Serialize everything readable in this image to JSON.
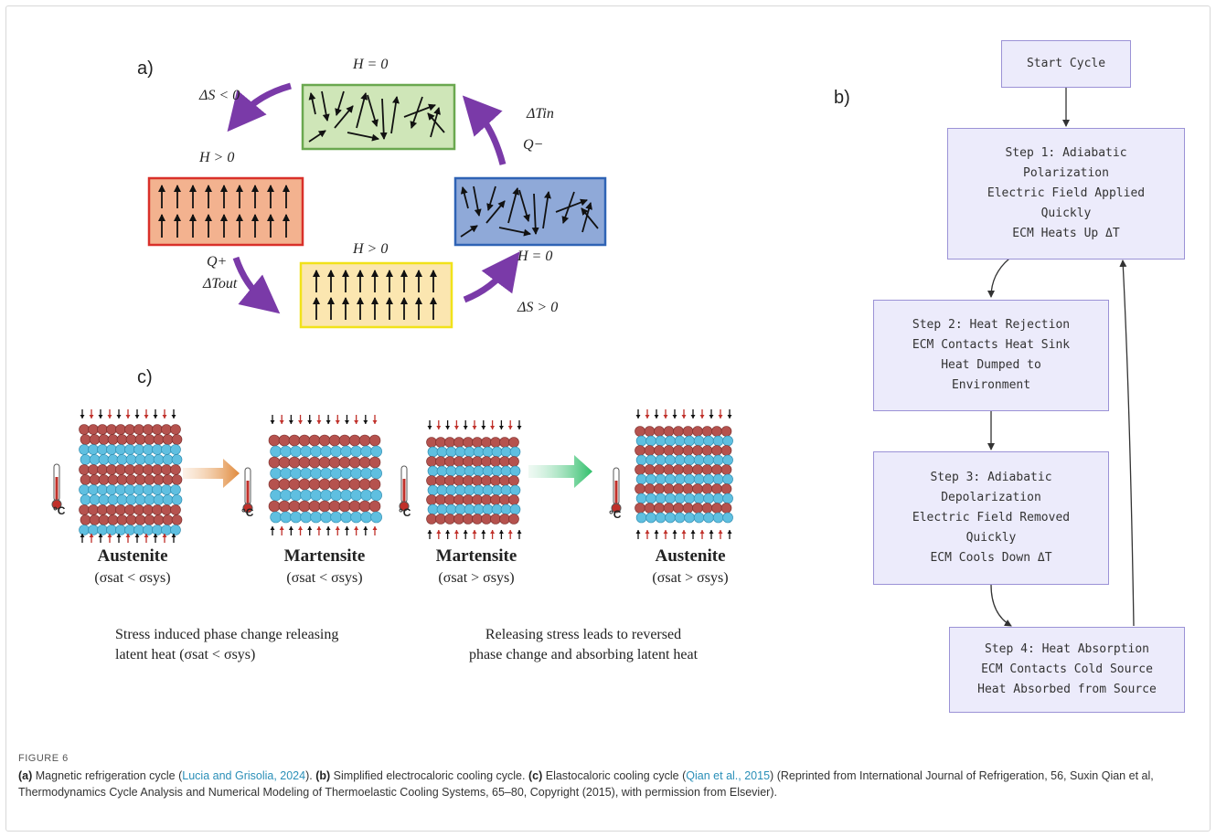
{
  "panels": {
    "a": {
      "letter": "a)",
      "labels": {
        "h_top": "H = 0",
        "ds_neg": "ΔS < 0",
        "h_gt_left": "H > 0",
        "dt_in": "ΔTin",
        "q_minus": "Q−",
        "q_plus": "Q+",
        "dt_out": "ΔTout",
        "h_gt_bottom": "H > 0",
        "h_zero_right": "H = 0",
        "ds_pos": "ΔS > 0"
      },
      "state_colors": {
        "green": "#cfe6b8",
        "red": "#f3b28f",
        "blue": "#8fa9d8",
        "yellow": "#fbe6b0",
        "arrow": "#7a3aa8"
      }
    },
    "b": {
      "letter": "b)",
      "start": "Start Cycle",
      "steps": [
        [
          "Step 1: Adiabatic",
          "Polarization",
          "Electric Field Applied",
          "Quickly",
          "ECM Heats Up ΔT"
        ],
        [
          "Step 2: Heat Rejection",
          "ECM Contacts Heat Sink",
          "Heat Dumped to",
          "Environment"
        ],
        [
          "Step 3: Adiabatic",
          "Depolarization",
          "Electric Field Removed",
          "Quickly",
          "ECM Cools Down ΔT"
        ],
        [
          "Step 4: Heat Absorption",
          "ECM Contacts Cold Source",
          "Heat Absorbed from Source"
        ]
      ],
      "box_color": "#ecebfb",
      "border_color": "#9b92d6"
    },
    "c": {
      "letter": "c)",
      "thermo_unit": "°C",
      "states": [
        {
          "phase": "Austenite",
          "condition": "(σsat < σsys)"
        },
        {
          "phase": "Martensite",
          "condition": "(σsat < σsys)"
        },
        {
          "phase": "Martensite",
          "condition": "(σsat > σsys)"
        },
        {
          "phase": "Austenite",
          "condition": "(σsat > σsys)"
        }
      ],
      "caption_left": [
        "Stress induced phase change releasing",
        "latent heat (σsat < σsys)"
      ],
      "caption_right": [
        "Releasing stress leads to reversed",
        "phase change and absorbing latent heat"
      ],
      "atom_colors": {
        "red": "#b5524e",
        "blue": "#5fbfe0"
      }
    }
  },
  "caption": {
    "figure_label": "FIGURE 6",
    "a_tag": "(a)",
    "a_text": "Magnetic refrigeration cycle",
    "open_paren": "(",
    "a_cite": "Lucia and Grisolia, 2024",
    "close_dot": ").",
    "b_tag": "(b)",
    "b_text": "Simplified electrocaloric cooling cycle.",
    "c_tag": "(c)",
    "c_text": "Elastocaloric cooling cycle",
    "c_cite": "Qian et al., 2015",
    "close_paren": ")",
    "reprint": "(Reprinted from International Journal of Refrigeration, 56, Suxin Qian et al, Thermodynamics Cycle Analysis and Numerical Modeling of Thermoelastic Cooling Systems, 65–80, Copyright (2015), with permission from Elsevier)."
  }
}
